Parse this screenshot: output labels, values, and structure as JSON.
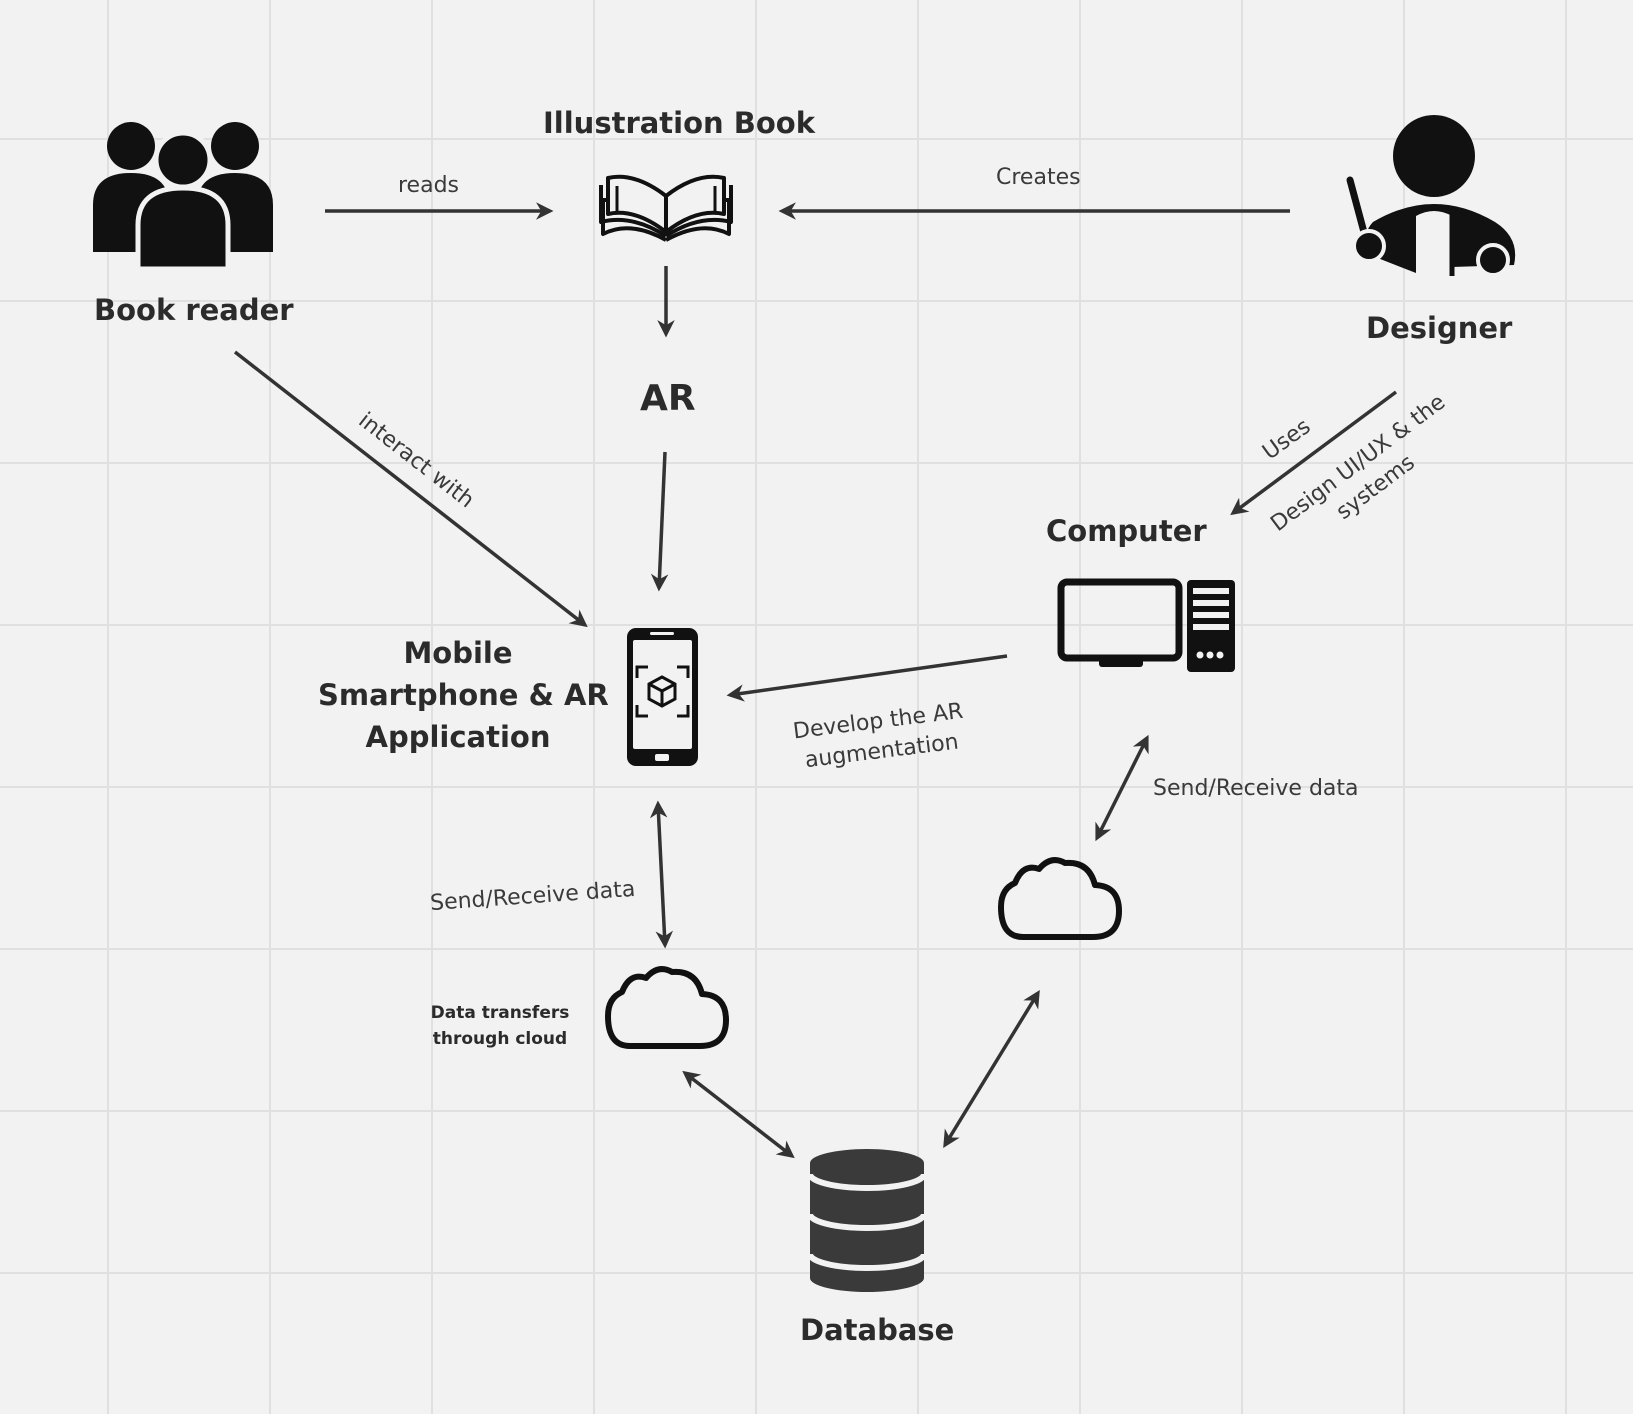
{
  "nodes": {
    "book_reader": "Book reader",
    "illustration_book": "Illustration Book",
    "designer": "Designer",
    "ar": "AR",
    "computer": "Computer",
    "mobile_line1": "Mobile",
    "mobile_line2": "Smartphone & AR",
    "mobile_line3": "Application",
    "cloud_note_line1": "Data transfers",
    "cloud_note_line2": "through cloud",
    "database": "Database"
  },
  "edges": {
    "reads": "reads",
    "creates": "Creates",
    "interact_with": "interact with",
    "uses": "Uses",
    "design_line1": "Design UI/UX & the",
    "design_line2": "systems",
    "develop_line1": "Develop the AR",
    "develop_line2": "augmentation",
    "send_receive_left": "Send/Receive data",
    "send_receive_right": "Send/Receive data"
  },
  "colors": {
    "background": "#f2f2f2",
    "grid": "#e0e0e0",
    "ink": "#111111",
    "arrow": "#333333",
    "database": "#3a3a3a"
  }
}
